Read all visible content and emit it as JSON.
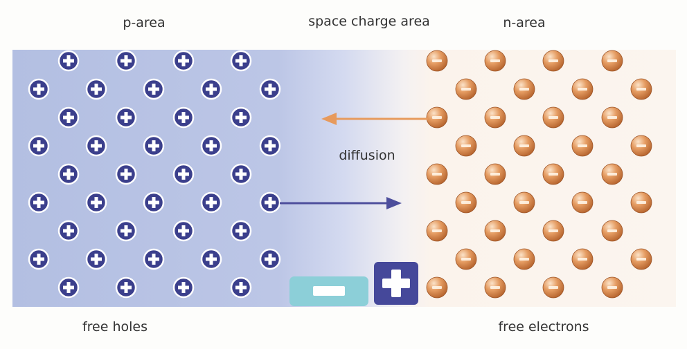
{
  "labels": {
    "p_area": "p-area",
    "space_charge_area": "space charge area",
    "n_area": "n-area",
    "diffusion": "diffusion",
    "free_holes": "free holes",
    "free_electrons": "free electrons"
  },
  "particles": {
    "holes": {
      "symbol": "plus",
      "fill": "#3b3f8c",
      "color_role": "positive"
    },
    "electrons": {
      "symbol": "minus",
      "fill": "#d98a4e",
      "color_role": "negative"
    }
  },
  "colors": {
    "p_region": "#b8c3e3",
    "n_region": "#fbf3ec",
    "electron_arrow": "#e79a5c",
    "hole_arrow": "#4d4e9c",
    "minus_badge": "#8ccfd8",
    "plus_badge": "#45489a"
  },
  "charge_badges": {
    "negative": {
      "symbol": "minus"
    },
    "positive": {
      "symbol": "plus"
    }
  }
}
